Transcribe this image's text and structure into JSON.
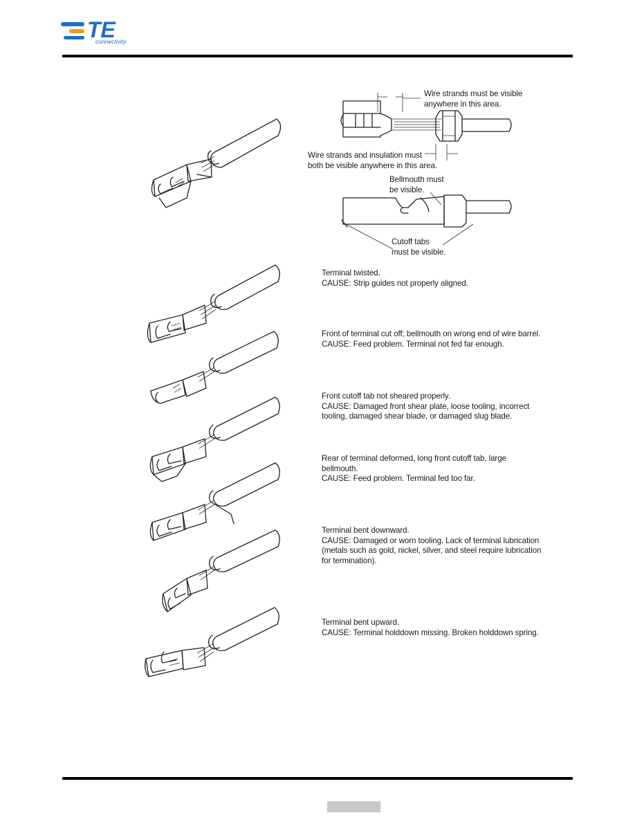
{
  "brand": {
    "logo_text": "TE",
    "tagline": "connectivity",
    "colors": {
      "blue": "#1e6fc4",
      "orange": "#f39a1e",
      "rule": "#000000"
    }
  },
  "diagram": {
    "wire_strands_note": [
      "Wire strands must be visible",
      "anywhere in this area."
    ],
    "strands_insulation_note": [
      "Wire strands and insulation  must",
      "both be visible anywhere in this area."
    ],
    "bellmouth_note": [
      "Bellmouth must",
      "be visible."
    ],
    "cutoff_note": [
      "Cutoff tabs",
      "must be visible."
    ]
  },
  "defects": [
    {
      "lines": [
        "Terminal twisted.",
        "CAUSE: Strip guides not properly aligned."
      ]
    },
    {
      "lines": [
        "Front of terminal cut off; bellmouth on wrong end of wire barrel.",
        "CAUSE: Feed problem. Terminal not fed far enough."
      ]
    },
    {
      "lines": [
        "Front cutoff tab not sheared properly.",
        "CAUSE: Damaged front shear plate, loose tooling, incorrect",
        "tooling, damaged shear blade, or damaged slug blade."
      ]
    },
    {
      "lines": [
        "Rear of terminal deformed, long front cutoff tab, large",
        "bellmouth.",
        "CAUSE: Feed problem. Terminal fed too far."
      ]
    },
    {
      "lines": [
        "Terminal bent downward.",
        "CAUSE: Damaged or worn tooling. Lack of terminal lubrication",
        "(metals such as gold, nickel, silver, and steel require lubrication",
        "for termination)."
      ]
    },
    {
      "lines": [
        "Terminal bent upward.",
        "CAUSE: Terminal holddown missing. Broken holddown spring."
      ]
    }
  ]
}
